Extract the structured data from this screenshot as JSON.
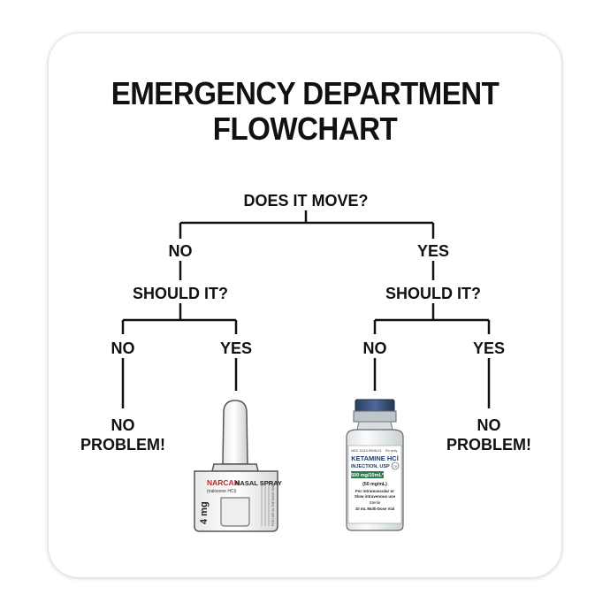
{
  "title": {
    "line1": "EMERGENCY DEPARTMENT",
    "line2": "FLOWCHART"
  },
  "flowchart": {
    "root": "DOES IT MOVE?",
    "left": {
      "answer": "NO",
      "question": "SHOULD IT?",
      "no": {
        "answer": "NO",
        "result": [
          "NO",
          "PROBLEM!"
        ]
      },
      "yes": {
        "answer": "YES",
        "result_image": "narcan-nasal-spray"
      }
    },
    "right": {
      "answer": "YES",
      "question": "SHOULD IT?",
      "no": {
        "answer": "NO",
        "result_image": "ketamine-vial"
      },
      "yes": {
        "answer": "YES",
        "result": [
          "NO",
          "PROBLEM!"
        ]
      }
    }
  },
  "narcan": {
    "brand": "NARCAN",
    "name": "NASAL SPRAY",
    "generic": "(naloxone HCl)",
    "dose": "4 mg",
    "side_text": "FOR USE IN THE NOSE ONLY",
    "brand_color": "#c62828"
  },
  "ketamine": {
    "ndc": "NDC 0143-9508-01",
    "rx": "Rx only",
    "name": "KETAMINE HCl",
    "form": "INJECTION, USP",
    "schedule": "CIII",
    "strength": "500 mg/10mL*",
    "concentration": "(50 mg/mL)",
    "route1": "For intramuscular or",
    "route2": "Slow intravenous use",
    "sterile": "Sterile",
    "volume": "10 mL Multi-Dose Vial",
    "cap_color": "#34507a",
    "strength_color": "#2e7d4f"
  },
  "colors": {
    "line": "#111111",
    "text": "#111111"
  }
}
